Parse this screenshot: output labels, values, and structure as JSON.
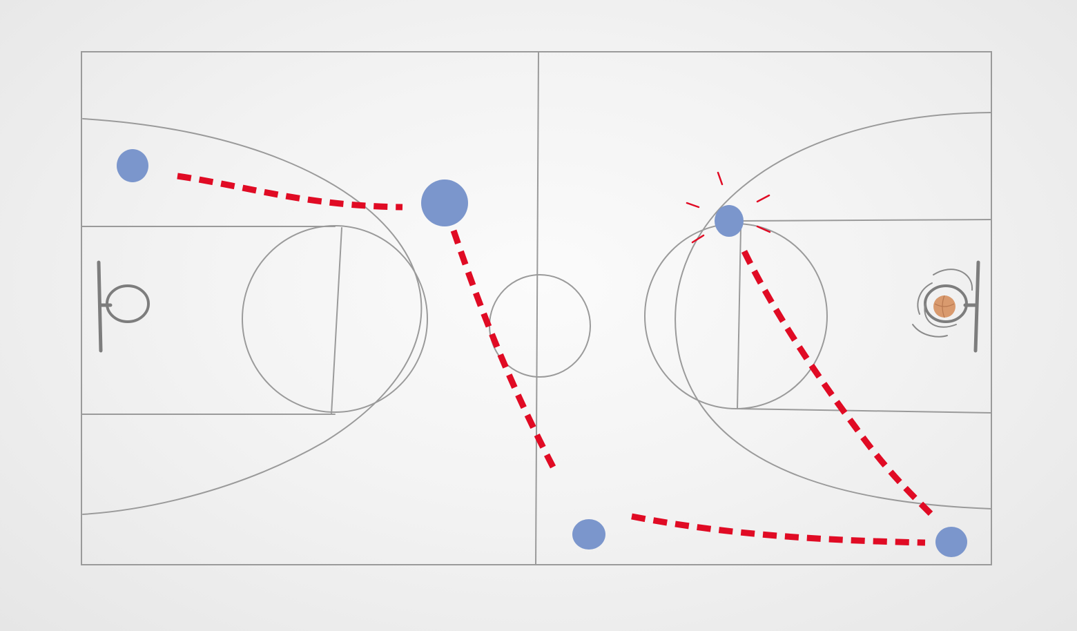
{
  "colors": {
    "player": "#7b96cc",
    "pass": "#e00b24",
    "ball": "#d99a6e",
    "court_line": "#9a9a9a"
  },
  "icons": [
    "basketball-icon",
    "hoop-icon"
  ],
  "players": [
    {
      "id": "player-1"
    },
    {
      "id": "player-2"
    },
    {
      "id": "player-3"
    },
    {
      "id": "player-4"
    },
    {
      "id": "player-5"
    }
  ],
  "passes": [
    {
      "from": "player-1",
      "to": "player-2"
    },
    {
      "from": "player-2",
      "to": "center"
    },
    {
      "from": "player-4",
      "to": "player-5"
    },
    {
      "from": "player-3",
      "to": "player-5"
    }
  ],
  "ball_holder": "right-basket"
}
